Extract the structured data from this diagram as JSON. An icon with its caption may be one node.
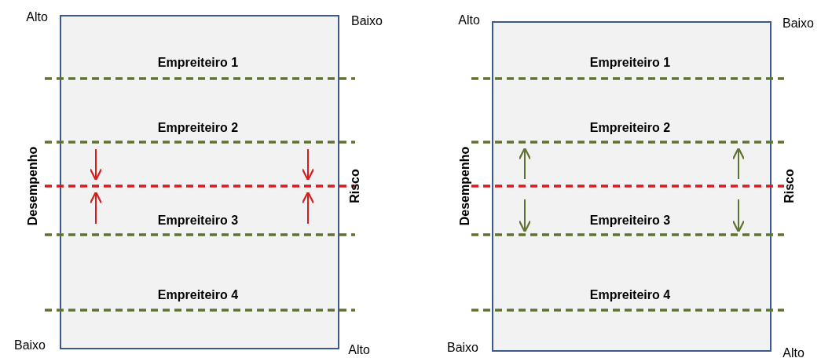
{
  "diagram": {
    "labels": [
      "Alto",
      "Baixo",
      "Empreiteiro 1",
      "Empreiteiro 2",
      "Desempenho",
      "Risco",
      "Empreiteiro 3",
      "Empreiteiro 4",
      "Baixo",
      "Alto",
      "Alto",
      "Baixo",
      "Empreiteiro 1",
      "Empreiteiro 2",
      "Desempenho",
      "Risco",
      "Empreiteiro 3",
      "Empreiteiro 4",
      "Baixo",
      "Alto"
    ]
  }
}
